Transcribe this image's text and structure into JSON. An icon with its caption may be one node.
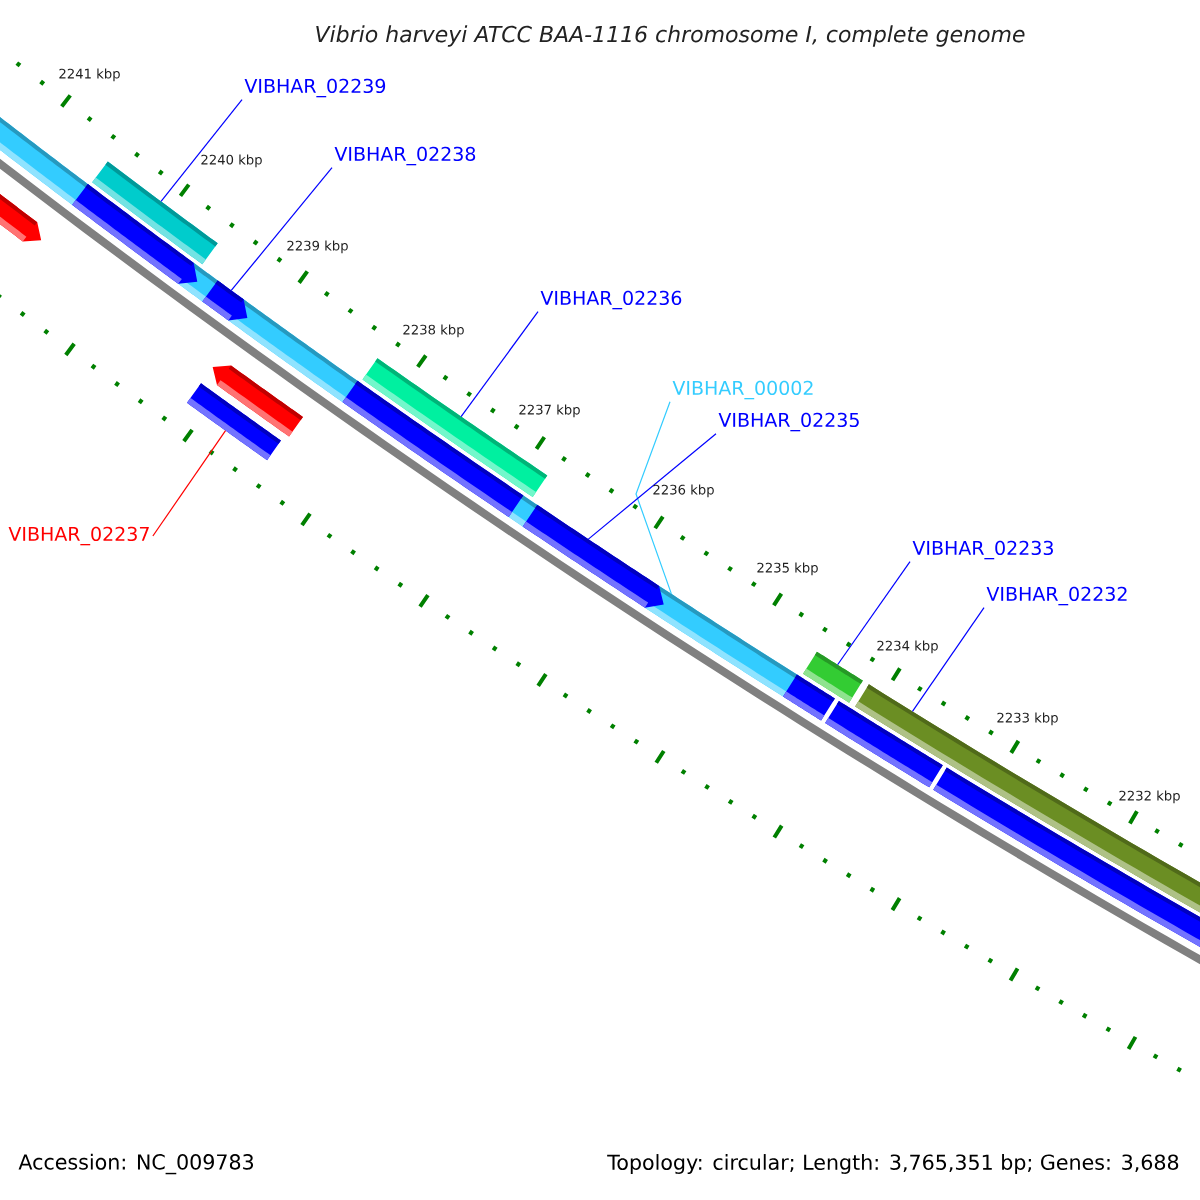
{
  "diagram": {
    "title": "Vibrio harveyi ATCC BAA-1116 chromosome I, complete genome",
    "nodes": [
      {
        "text": [
          "VIBHAR_02239"
        ]
      },
      {
        "text": [
          "VIBHAR_02238"
        ]
      },
      {
        "text": [
          "VIBHAR_02236"
        ]
      },
      {
        "text": [
          "VIBHAR_00002"
        ]
      },
      {
        "text": [
          "VIBHAR_02235"
        ]
      },
      {
        "text": [
          "VIBHAR_02237"
        ]
      },
      {
        "text": [
          "VIBHAR_02233"
        ]
      },
      {
        "text": [
          "VIBHAR_02232"
        ]
      },
      {
        "text": [],
        "shape": "bar"
      },
      {
        "text": [],
        "shape": "bar"
      },
      {
        "text": [],
        "shape": "bar"
      },
      {
        "text": [],
        "shape": "bar"
      },
      {
        "text": [],
        "shape": "bar"
      },
      {
        "text": [],
        "shape": "bar"
      },
      {
        "text": [],
        "shape": "bar"
      },
      {
        "text": [],
        "shape": "bar"
      },
      {
        "text": [],
        "shape": "bar"
      },
      {
        "text": [],
        "shape": "bar"
      },
      {
        "text": [],
        "shape": "bar"
      },
      {
        "text": [],
        "shape": "bar"
      },
      {
        "text": [],
        "shape": "bar"
      },
      {
        "text": [],
        "shape": "bar"
      },
      {
        "text": [],
        "shape": "bar"
      },
      {
        "text": [],
        "shape": "bar"
      },
      {
        "text": [],
        "shape": "bar"
      },
      {
        "text": [],
        "shape": "bar"
      },
      {
        "text": [],
        "shape": "bar"
      }
    ],
    "edges": [
      {
        "from": 0,
        "to": 8,
        "arrow": "none"
      },
      {
        "from": 1,
        "to": 9,
        "arrow": "none"
      },
      {
        "from": 2,
        "to": 10,
        "arrow": "none"
      },
      {
        "from": 3,
        "to": 11,
        "arrow": "none",
        "color": "#33ccff"
      },
      {
        "from": 4,
        "to": 12,
        "arrow": "none"
      },
      {
        "from": 5,
        "to": 13,
        "arrow": "none",
        "color": "#ff0000"
      },
      {
        "from": 6,
        "to": 14,
        "arrow": "none"
      },
      {
        "from": 7,
        "to": 15,
        "arrow": "none"
      }
    ],
    "labels": [
      "2241 kbp",
      "2240 kbp",
      "2239 kbp",
      "2238 kbp",
      "2237 kbp",
      "2236 kbp",
      "2235 kbp",
      "2234 kbp",
      "2233 kbp",
      "2232 kbp",
      "Accession: NC_009783",
      "Topology: circular; Length: 3,765,351 bp; Genes: 3,688"
    ]
  }
}
